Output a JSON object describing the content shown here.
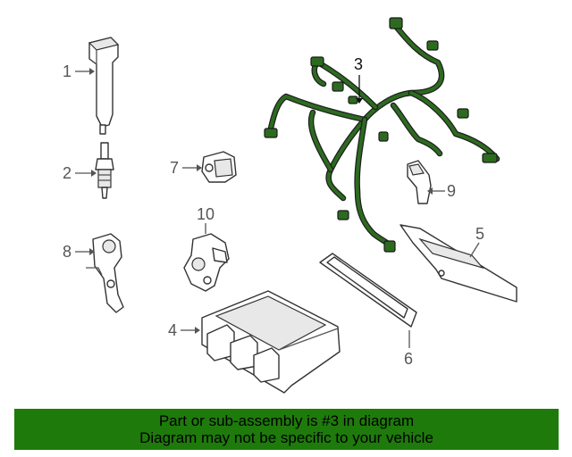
{
  "diagram": {
    "callouts": [
      {
        "id": "1",
        "label": "1"
      },
      {
        "id": "2",
        "label": "2"
      },
      {
        "id": "3",
        "label": "3"
      },
      {
        "id": "4",
        "label": "4"
      },
      {
        "id": "5",
        "label": "5"
      },
      {
        "id": "6",
        "label": "6"
      },
      {
        "id": "7",
        "label": "7"
      },
      {
        "id": "8",
        "label": "8"
      },
      {
        "id": "9",
        "label": "9"
      },
      {
        "id": "10",
        "label": "10"
      }
    ]
  },
  "banner": {
    "line1": "Part or sub-assembly is #3 in diagram",
    "line2": "Diagram may not be specific to your vehicle",
    "color": "#1f7a0c"
  },
  "colors": {
    "harness": "#2c6b1f",
    "outline": "#333333",
    "callout_text": "#555555"
  }
}
